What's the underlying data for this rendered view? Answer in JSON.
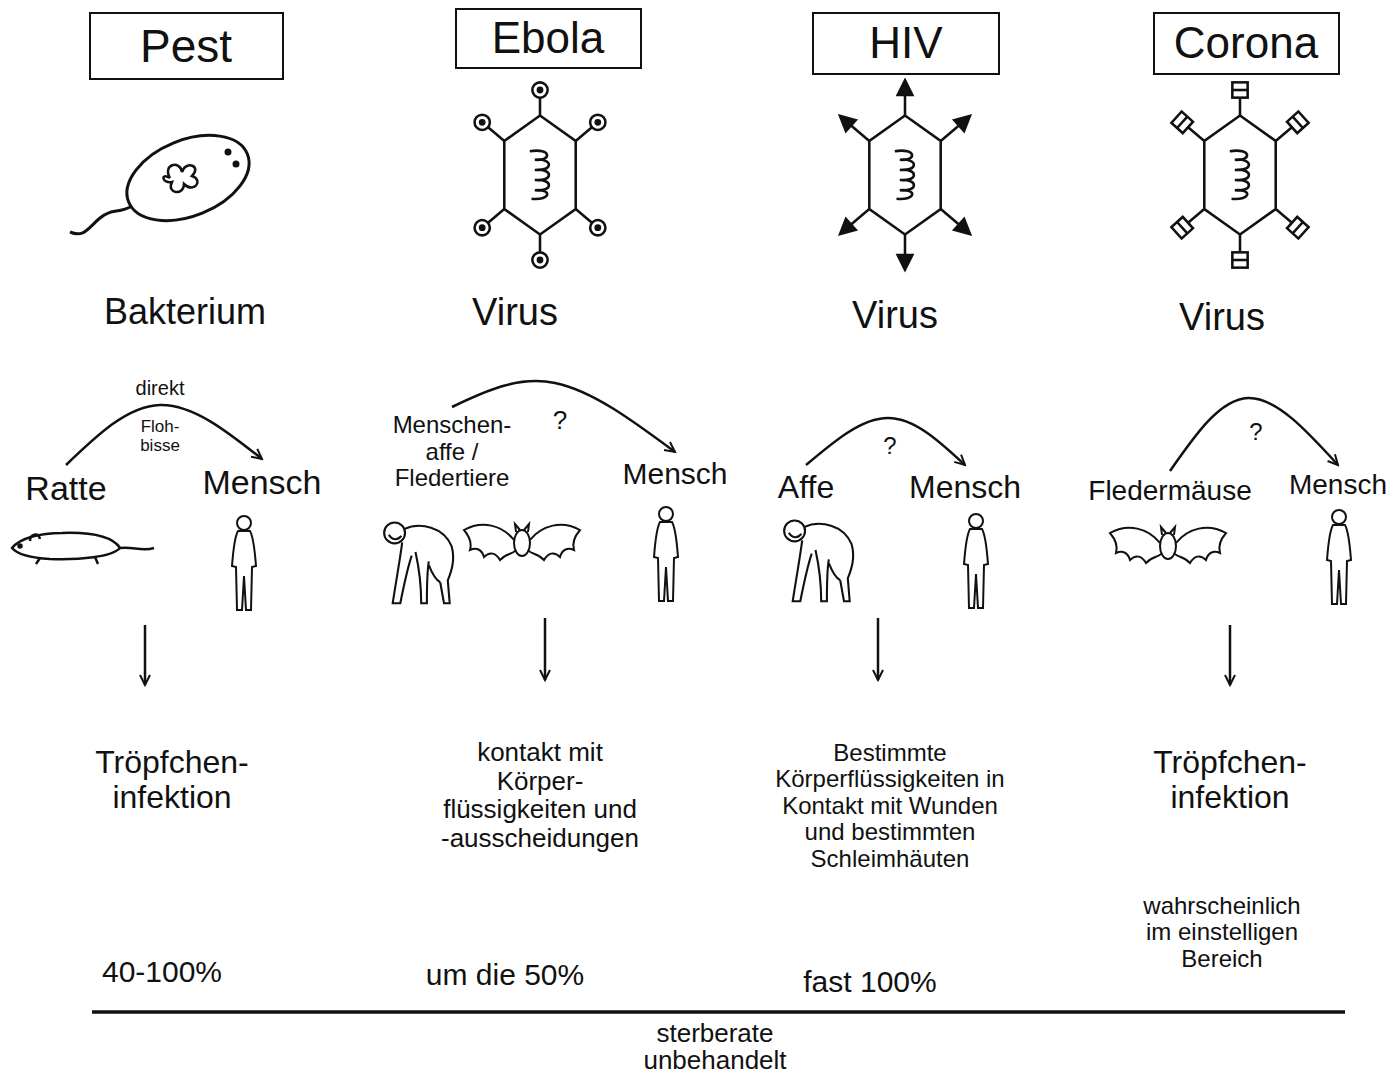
{
  "diagram": {
    "nodes": [
      {
        "text": [
          "Pest"
        ]
      },
      {
        "text": [
          "Ebola"
        ]
      },
      {
        "text": [
          "HIV"
        ]
      },
      {
        "text": [
          "Corona"
        ]
      },
      {
        "text": [
          "Ratte"
        ]
      },
      {
        "text": [
          "Mensch"
        ]
      },
      {
        "text": [
          "Menschen- affe / Fledertiere"
        ]
      },
      {
        "text": [
          "Mensch"
        ]
      },
      {
        "text": [
          "Affe"
        ]
      },
      {
        "text": [
          "Mensch"
        ]
      },
      {
        "text": [
          "Fledermäuse"
        ]
      },
      {
        "text": [
          "Mensch"
        ]
      }
    ],
    "edges": [
      {
        "from": 4,
        "to": 5,
        "label": "direkt",
        "arrow": "to"
      },
      {
        "from": 6,
        "to": 7,
        "label": "?",
        "arrow": "to"
      },
      {
        "from": 8,
        "to": 9,
        "label": "?",
        "arrow": "to"
      },
      {
        "from": 10,
        "to": 11,
        "label": "?",
        "arrow": "to"
      }
    ],
    "labels": [
      "Bakterium",
      "Virus",
      "Virus",
      "Virus",
      "Floh- bisse",
      "Tröpfchen- infektion",
      "kontakt mit Körper- flüssigkeiten und -ausscheidungen",
      "Bestimmte Körperflüssigkeiten in Kontakt mit Wunden und bestimmten Schleimhäuten",
      "Tröpfchen- infektion",
      "40-100%",
      "um die 50%",
      "fast 100%",
      "wahrscheinlich im einstelligen Bereich",
      "sterberate unbehandelt"
    ]
  }
}
